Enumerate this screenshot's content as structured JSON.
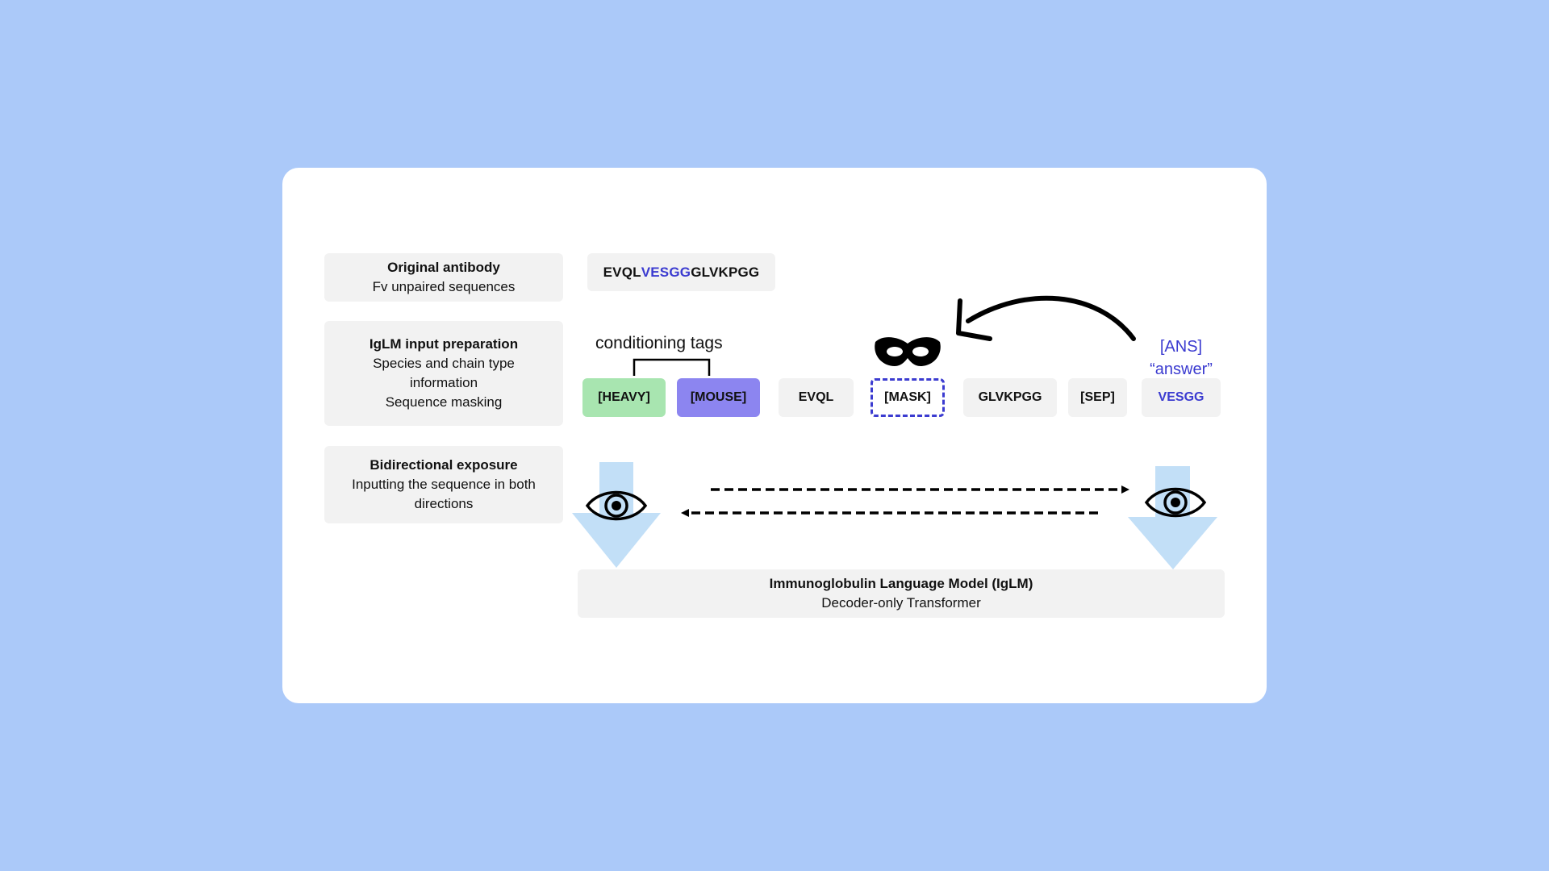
{
  "rows": [
    {
      "title": "Original antibody",
      "lines": [
        "Fv unpaired sequences"
      ]
    },
    {
      "title": "IgLM input preparation",
      "lines": [
        "Species and chain type",
        "information",
        "Sequence masking"
      ]
    },
    {
      "title": "Bidirectional exposure",
      "lines": [
        "Inputting the sequence in both",
        "directions"
      ]
    }
  ],
  "original_sequence": {
    "prefix": "EVQL",
    "highlight": "VESGG",
    "suffix": "GLVKPGG"
  },
  "conditioning_label": "conditioning tags",
  "tokens": {
    "heavy": "[HEAVY]",
    "mouse": "[MOUSE]",
    "evql": "EVQL",
    "mask": "[MASK]",
    "glvkpgg": "GLVKPGG",
    "sep": "[SEP]",
    "vesgg": "VESGG"
  },
  "answer_label": {
    "line1": "[ANS]",
    "line2": "“answer”"
  },
  "model": {
    "title": "Immunoglobulin Language Model (IgLM)",
    "subtitle": "Decoder-only Transformer"
  },
  "colors": {
    "background": "#abc9f9",
    "heavy_tag": "#a8e5b0",
    "mouse_tag": "#8c85f0",
    "accent_blue": "#3b3bd0",
    "arrow_light_blue": "#c2dff7"
  }
}
